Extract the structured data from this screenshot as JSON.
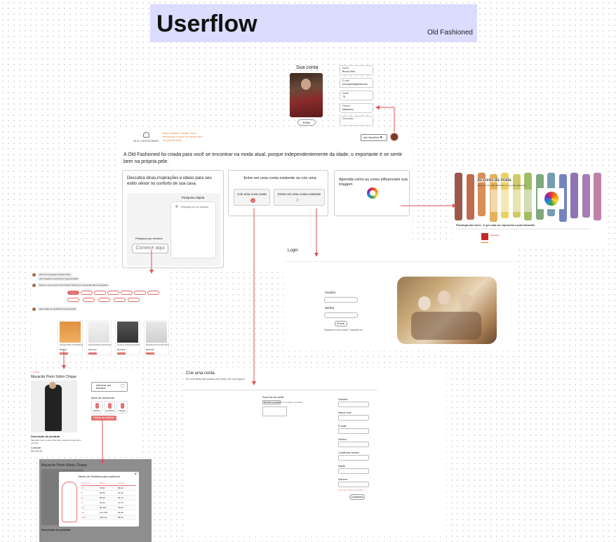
{
  "header": {
    "title": "Userflow",
    "subtitle": "Old Fashioned"
  },
  "account": {
    "title": "Sua conta",
    "fields": [
      {
        "label": "Nome",
        "value": "Bruno Pinto"
      },
      {
        "label": "E-mail",
        "value": "brunopinto@gmail.com"
      },
      {
        "label": "Idade",
        "value": "76"
      },
      {
        "label": "Gênero",
        "value": "Masculino"
      },
      {
        "label": "Descrição",
        "value": ""
      }
    ],
    "edit_label": "Editar"
  },
  "home": {
    "logo_text": "OLD FASHIONED",
    "orange_tagline": "Mais espírito e idade, esse fashioned é como se sentir bem na própria pele",
    "user_button": "seu favoritos",
    "headline": "A Old Fashioned foi criada para você se encontrar na moda atual, porque independentemente da idade, o importante é se sentir bem na própria pele.",
    "card_discover": {
      "title": "Descubra dicas,inspirações e ideias para seu estilo sênior no conforto de sua casa.",
      "quick_search": "Pesquisa rápida",
      "search_placeholder": "Pesquise por um produto",
      "events_label": "Pesquisa por eventos",
      "start_button": "Comece aqui"
    },
    "card_account": {
      "title": "Entre em uma conta existente ou crie uma",
      "create_button": "Crie uma nova conta",
      "login_button": "Entrar em uma conta existente"
    },
    "card_colors": {
      "title": "Aprenda como as cores influenciam sua imagem"
    }
  },
  "colors": {
    "title": "As cores da moda",
    "subtitle": "Veja as cores mais utilizadas e o que elas significam",
    "section": "Psicologia das Cores - O que cada cor representa e pode transmitir",
    "stripes": [
      "#8a3a2a",
      "#b5502e",
      "#d07a3a",
      "#e0a23c",
      "#e8c94a",
      "#c8c24a",
      "#8fb04a",
      "#6a9a64",
      "#5c8ca2",
      "#5a6fb2",
      "#7a5aa8",
      "#9a64a8",
      "#b56a9a"
    ],
    "swatch_label": "Vermelho"
  },
  "login": {
    "title": "Login",
    "user_label": "Usuário",
    "password_label": "Senha",
    "enter_button": "Entrar",
    "no_account": "Esqueceu uma conta? Cadastre-se"
  },
  "chat": {
    "messages": [
      "Olá! Vou te ajudar! a Gosta disso.",
      "Vai te ajudar a encontrar a roupa perfeita!",
      "Esse é o que evento você busca? Clique em uma opção para a pesquisa.",
      "Aqui estão os resultados da sua busca!"
    ],
    "products": [
      {
        "name": "Camisa Chique Social Branca",
        "price": "R$ 89,90"
      },
      {
        "name": "Calça Pantalona Social Preta",
        "price": "R$ 119,90"
      },
      {
        "name": "Conjunto Chique Estampado",
        "price": "R$ 149,90"
      },
      {
        "name": "Macacão Preto Social Chique",
        "price": "R$ 199,90"
      }
    ]
  },
  "product": {
    "breadcrumb": "< Voltar",
    "name": "Macacão Preto Sóbio Chique",
    "favorite_button": "Adicionar aos favoritos",
    "size_label": "Ideia de tamanhos",
    "sizes": [
      "Bolsinha",
      "Ampulheta",
      "Triângulo"
    ],
    "size_button": "Tabela de medidas",
    "desc_title": "Descrição do produto",
    "desc_text": "Macacão preto social, ideal para ocasiões especiais e eventos.",
    "buy_label": "Compre",
    "price": "R$ 199,90"
  },
  "size_table": {
    "title": "Tabela de Medidas para mulheres",
    "columns": [
      "Tamanho",
      "Busto",
      "Cintura"
    ],
    "rows": [
      [
        "PP",
        "78-82",
        "58-62"
      ],
      [
        "P",
        "82-86",
        "62-66"
      ],
      [
        "M",
        "86-90",
        "66-70"
      ],
      [
        "G",
        "90-96",
        "70-76"
      ],
      [
        "GG",
        "96-102",
        "76-82"
      ],
      [
        "XG",
        "102-108",
        "82-88"
      ],
      [
        "XXG",
        "108-114",
        "88-94"
      ]
    ],
    "behind_name": "Macacão Preto Sóbio Chique",
    "behind_desc": "Descrição do produto"
  },
  "signup": {
    "title": "Crie uma conta",
    "subtitle": "Se você ainda não possui uma conta, crie uma agora!",
    "photo_label": "Sua foto de perfil",
    "photo_button": "Escolher arquivo",
    "photo_none": "Nenhum arquivo escolhido",
    "fields": [
      "Usuário",
      "Nome real",
      "E-mail",
      "Senha",
      "Confirmar senha",
      "Idade",
      "Gênero"
    ],
    "warning": "Preencha todos os campos",
    "submit": "Cadastrar"
  },
  "accent": "#e05252",
  "banner_color": "#dcdcff"
}
